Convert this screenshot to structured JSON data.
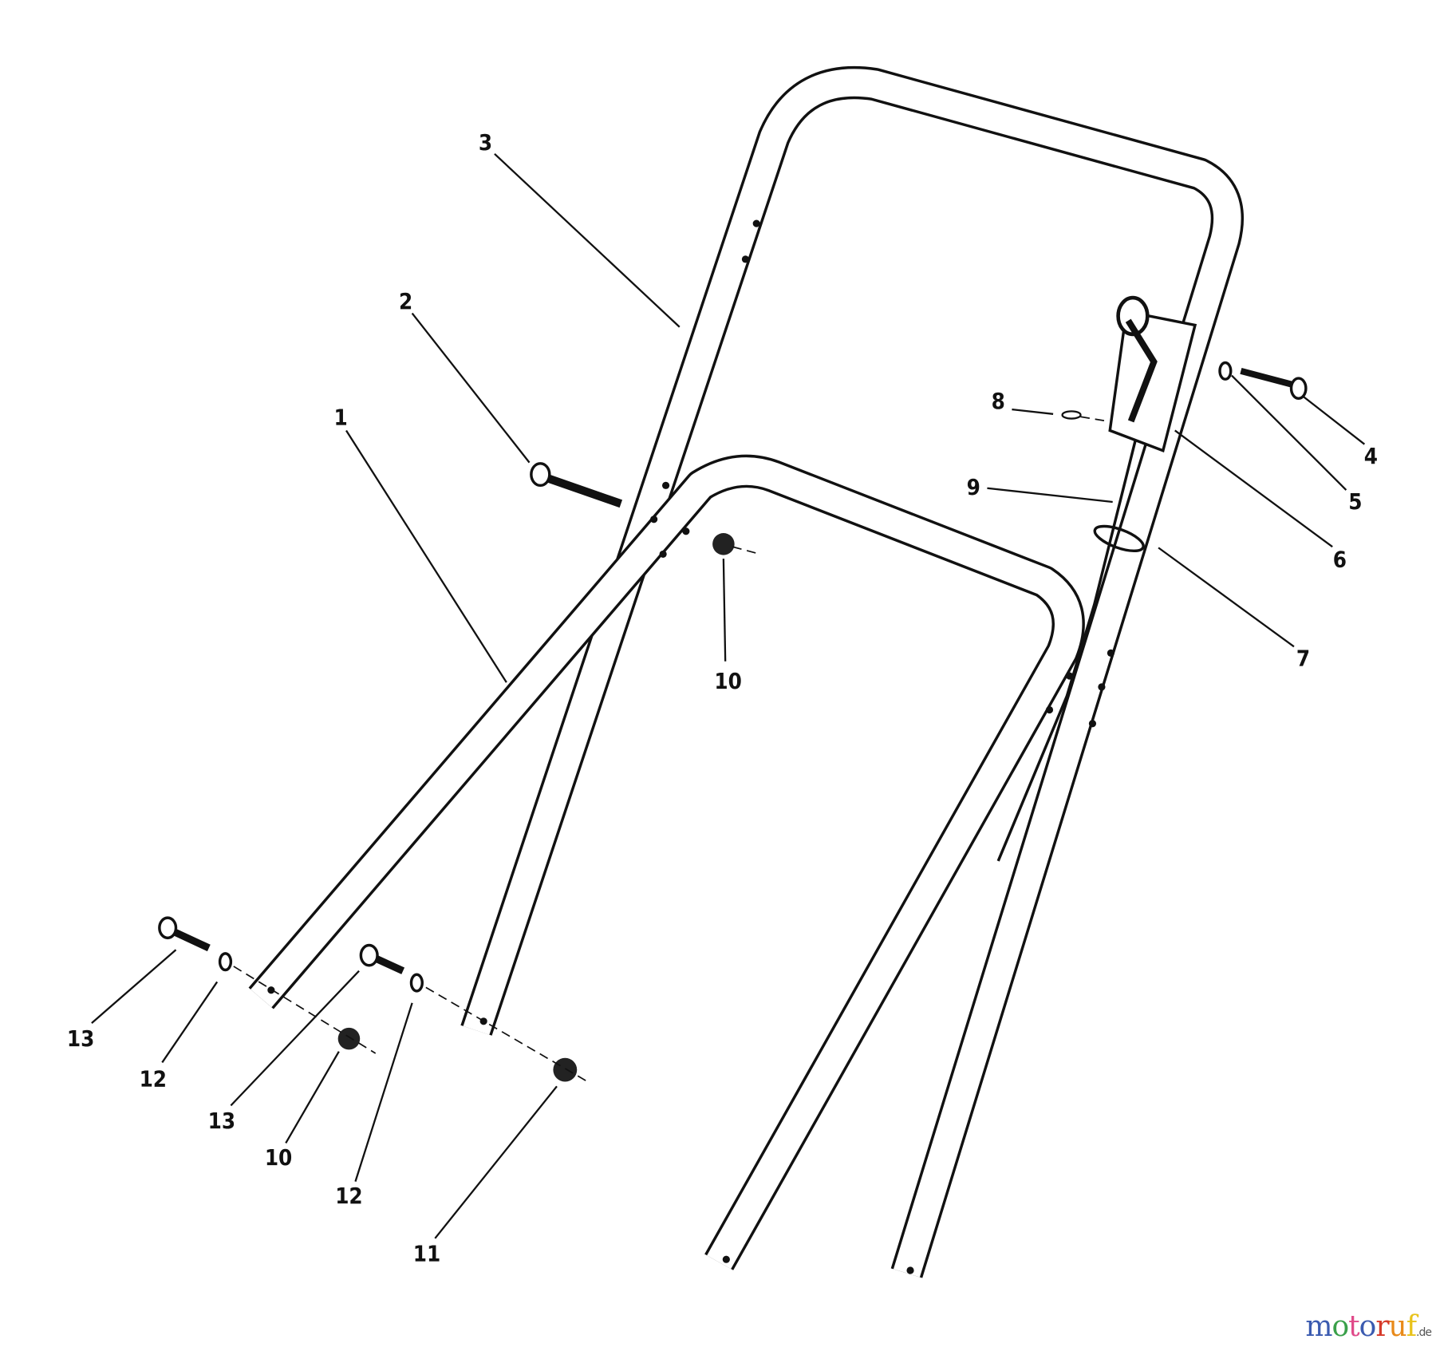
{
  "callouts": [
    {
      "id": "c3",
      "label": "3"
    },
    {
      "id": "c2",
      "label": "2"
    },
    {
      "id": "c1",
      "label": "1"
    },
    {
      "id": "c8",
      "label": "8"
    },
    {
      "id": "c9",
      "label": "9"
    },
    {
      "id": "c4",
      "label": "4"
    },
    {
      "id": "c5",
      "label": "5"
    },
    {
      "id": "c6",
      "label": "6"
    },
    {
      "id": "c7",
      "label": "7"
    },
    {
      "id": "c10a",
      "label": "10"
    },
    {
      "id": "c13a",
      "label": "13"
    },
    {
      "id": "c12a",
      "label": "12"
    },
    {
      "id": "c13b",
      "label": "13"
    },
    {
      "id": "c10b",
      "label": "10"
    },
    {
      "id": "c12b",
      "label": "12"
    },
    {
      "id": "c11",
      "label": "11"
    }
  ],
  "watermark": {
    "text": "motoruf",
    "suffix": ".de",
    "colors": [
      "#3b5bb0",
      "#3aa04a",
      "#e04a8a",
      "#3b5bb0",
      "#d63a2a",
      "#e88a1a",
      "#e8c21a"
    ]
  }
}
